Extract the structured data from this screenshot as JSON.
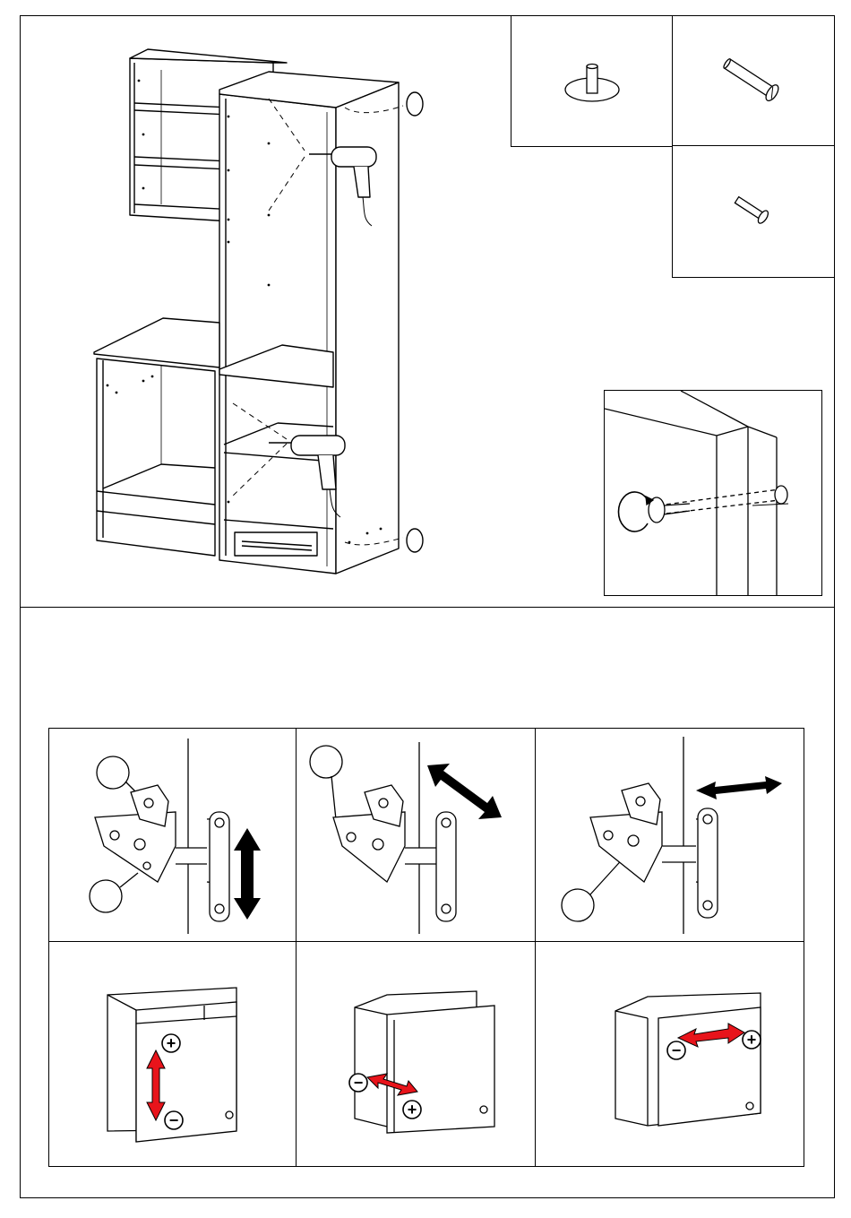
{
  "page": {
    "title": "",
    "sections": [
      {
        "id": "cabinet-assembly",
        "caption": ""
      },
      {
        "id": "hinge-adjustment",
        "caption": ""
      }
    ]
  },
  "hardware": {
    "items": [
      {
        "name": "cam-dowel-icon"
      },
      {
        "name": "connecting-bolt-icon"
      },
      {
        "name": "short-bolt-icon"
      }
    ]
  },
  "hinge_adjustment": {
    "top_row": [
      {
        "name": "hinge-vertical-adjust",
        "callouts": [
          "",
          ""
        ]
      },
      {
        "name": "hinge-depth-adjust",
        "callouts": [
          ""
        ]
      },
      {
        "name": "hinge-side-adjust",
        "callouts": [
          ""
        ]
      }
    ],
    "bottom_row": [
      {
        "name": "door-vertical-shift",
        "plus": "+",
        "minus": "−"
      },
      {
        "name": "door-depth-shift",
        "plus": "+",
        "minus": "−"
      },
      {
        "name": "door-side-shift",
        "plus": "+",
        "minus": "−"
      }
    ]
  },
  "colors": {
    "line": "#000000",
    "arrow_red": "#e8141b",
    "background": "#ffffff"
  }
}
